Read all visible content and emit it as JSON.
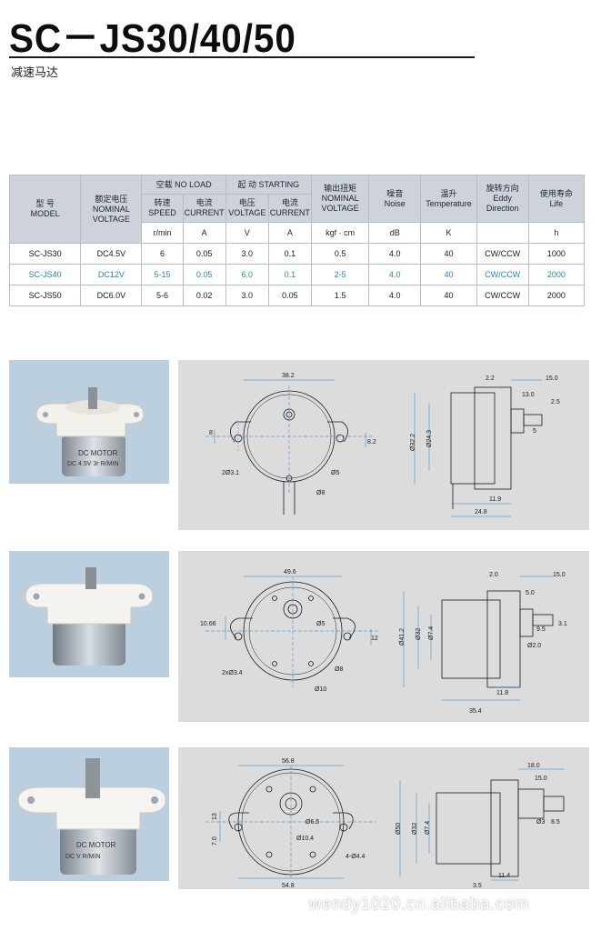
{
  "header": {
    "title": "SC－JS30/40/50",
    "subtitle": "减速马达"
  },
  "table": {
    "headers": {
      "model_cn": "型  号",
      "model_en": "MODEL",
      "voltage_cn": "额定电压",
      "voltage_en1": "NOMINAL",
      "voltage_en2": "VOLTAGE",
      "noload": "空载 NO LOAD",
      "starting": "起  动 STARTING",
      "speed_cn": "转速",
      "speed_en": "SPEED",
      "current_cn": "电流",
      "current_en": "CURRENT",
      "svolt_cn": "电压",
      "svolt_en": "VOLTAGE",
      "scurrent_cn": "电流",
      "scurrent_en": "CURRENT",
      "torque_cn": "输出扭矩",
      "torque_en1": "NOMINAL",
      "torque_en2": "VOLTAGE",
      "noise_cn": "噪音",
      "noise_en": "Noise",
      "temp_cn": "温升",
      "temp_en": "Temperature",
      "dir_cn": "旋转方向",
      "dir_en1": "Eddy",
      "dir_en2": "Direction",
      "life_cn": "使用寿命",
      "life_en": "Life"
    },
    "units": [
      "r/min",
      "A",
      "V",
      "A",
      "kgf · cm",
      "dB",
      "K",
      "",
      "h"
    ],
    "rows": [
      [
        "SC-JS30",
        "DC4.5V",
        "6",
        "0.05",
        "3.0",
        "0.1",
        "0.5",
        "4.0",
        "40",
        "CW/CCW",
        "1000"
      ],
      [
        "SC-JS40",
        "DC12V",
        "5-15",
        "0.05",
        "6.0",
        "0.1",
        "2-5",
        "4.0",
        "40",
        "CW/CCW",
        "2000"
      ],
      [
        "SC-JS50",
        "DC6.0V",
        "5-6",
        "0.02",
        "3.0",
        "0.05",
        "1.5",
        "4.0",
        "40",
        "CW/CCW",
        "2000"
      ]
    ],
    "row_colors": [
      "#1a1a1a",
      "#2a82c4",
      "#1a1a1a"
    ]
  },
  "photos": [
    {
      "label1": "DC MOTOR",
      "label2": "DC 4.5V   3r R/MIN"
    },
    {
      "label1": "",
      "label2": ""
    },
    {
      "label1": "DC MOTOR",
      "label2": "DC  V      R/MIN"
    }
  ],
  "drawings": [
    {
      "width": "38.2",
      "hole_h": "8",
      "hole_v": "8.2",
      "holes": "2Ø3.1",
      "shaft_hole": "Ø5",
      "boss": "Ø8",
      "s1": "2.2",
      "s2": "15.0",
      "s3": "13.0",
      "s4": "2.5",
      "s5": "5",
      "d1": "Ø32.2",
      "d2": "Ø24.3",
      "b1": "11.9",
      "b2": "24.8"
    },
    {
      "width": "49.6",
      "hole_h": "10.66",
      "hole_v": "12",
      "holes": "2xØ3.4",
      "shaft_hole": "Ø5",
      "boss": "Ø8",
      "inner": "Ø10",
      "s1": "2.0",
      "s2": "15.0",
      "s3": "5.0",
      "s4": "9.5",
      "s5": "3.1",
      "shaft_d": "Ø2.0",
      "d1": "Ø41.2",
      "d2": "Ø32",
      "d3": "Ø7.4",
      "b1": "11.8",
      "b2": "35.4"
    },
    {
      "width": "56.8",
      "hole_h1": "7.0",
      "hole_h2": "13",
      "shaft_hole": "Ø6.5",
      "inner": "Ø10.4",
      "holes": "4-Ø4.4",
      "bottom": "54.8",
      "s1": "18.0",
      "s2": "15.0",
      "s3": "Ø3",
      "s4": "8.5",
      "d1": "Ø50",
      "d2": "Ø32",
      "d3": "Ø7.4",
      "b1": "11.4",
      "b2": "3.5"
    }
  ],
  "watermark": "wendy1020.cn.alibaba.com"
}
